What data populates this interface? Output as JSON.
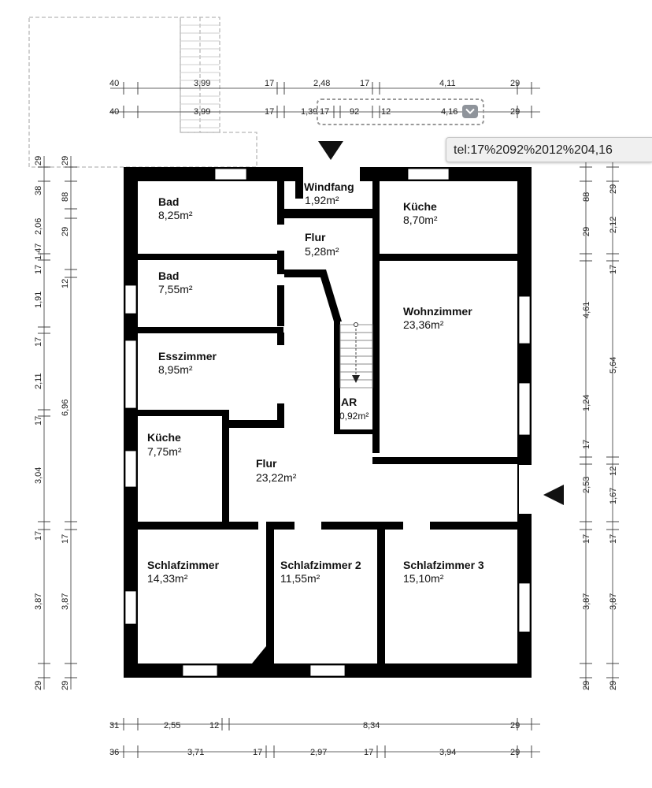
{
  "rooms": {
    "bad1": {
      "name": "Bad",
      "area": "8,25m²"
    },
    "windfang": {
      "name": "Windfang",
      "area": "1,92m²"
    },
    "kueche1": {
      "name": "Küche",
      "area": "8,70m²"
    },
    "flur1": {
      "name": "Flur",
      "area": "5,28m²"
    },
    "bad2": {
      "name": "Bad",
      "area": "7,55m²"
    },
    "wohnzimmer": {
      "name": "Wohnzimmer",
      "area": "23,36m²"
    },
    "esszimmer": {
      "name": "Esszimmer",
      "area": "8,95m²"
    },
    "ar": {
      "name": "AR",
      "area": "0,92m²"
    },
    "kueche2": {
      "name": "Küche",
      "area": "7,75m²"
    },
    "flur2": {
      "name": "Flur",
      "area": "23,22m²"
    },
    "schlaf1": {
      "name": "Schlafzimmer",
      "area": "14,33m²"
    },
    "schlaf2": {
      "name": "Schlafzimmer 2",
      "area": "11,55m²"
    },
    "schlaf3": {
      "name": "Schlafzimmer 3",
      "area": "15,10m²"
    }
  },
  "dims": {
    "top1": [
      "40",
      "3,99",
      "17",
      "2,48",
      "17",
      "4,11",
      "29"
    ],
    "top2": [
      "40",
      "3,99",
      "17",
      "1,39",
      "17",
      "92",
      "12",
      "4,16",
      "29"
    ],
    "bottom1": [
      "31",
      "2,55",
      "12",
      "8,34",
      "29"
    ],
    "bottom2": [
      "36",
      "3,71",
      "17",
      "2,97",
      "17",
      "3,94",
      "29"
    ],
    "left1": [
      "29",
      "38",
      "2,06",
      "1,47",
      "17",
      "1,91",
      "17",
      "2,11",
      "17",
      "3,04",
      "17",
      "3,87",
      "29"
    ],
    "left2": [
      "29",
      "88",
      "29",
      "12",
      "6,96",
      "17",
      "3,87",
      "29"
    ],
    "right1": [
      "88",
      "29",
      "4,61",
      "1,24",
      "17",
      "2,53",
      "17",
      "3,87",
      "29"
    ],
    "right2": [
      "29",
      "2,12",
      "17",
      "5,64",
      "12",
      "1,67",
      "17",
      "3,87",
      "29"
    ]
  },
  "tooltip": {
    "text": "tel:17%2092%2012%204,16"
  },
  "icons": {
    "dropdown": "chevron-down-icon",
    "entrance_top": "triangle-down-icon",
    "entrance_right": "triangle-left-icon"
  },
  "colors": {
    "wall": "#000000",
    "background": "#ffffff",
    "tooltip_bg": "#f0f0f0",
    "dropdown_bg": "#8f949b"
  }
}
